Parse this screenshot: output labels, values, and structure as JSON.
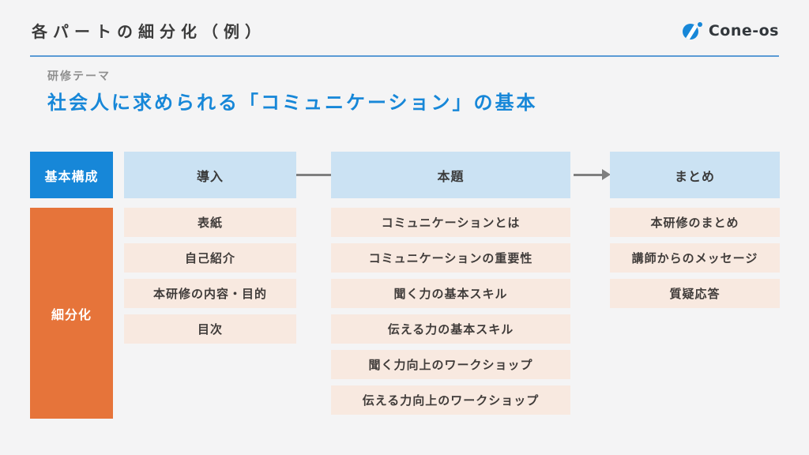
{
  "header": {
    "title": "各パートの細分化（例）",
    "logo_text": "Cone-os"
  },
  "theme": {
    "label": "研修テーマ",
    "title": "社会人に求められる「コミュニケーション」の基本"
  },
  "legend": {
    "structure_label": "基本構成",
    "breakdown_label": "細分化"
  },
  "columns": [
    {
      "header": "導入",
      "items": [
        "表紙",
        "自己紹介",
        "本研修の内容・目的",
        "目次"
      ]
    },
    {
      "header": "本題",
      "items": [
        "コミュニケーションとは",
        "コミュニケーションの重要性",
        "聞く力の基本スキル",
        "伝える力の基本スキル",
        "聞く力向上のワークショップ",
        "伝える力向上のワークショップ"
      ]
    },
    {
      "header": "まとめ",
      "items": [
        "本研修のまとめ",
        "講師からのメッセージ",
        "質疑応答"
      ]
    }
  ],
  "colors": {
    "accent_blue": "#1787d8",
    "accent_orange": "#e6743a",
    "header_light_blue": "#cbe2f3",
    "item_peach": "#f8e9e0",
    "divider_blue": "#5b9bd5",
    "arrow_gray": "#7f7f7f",
    "background": "#f4f4f5"
  }
}
